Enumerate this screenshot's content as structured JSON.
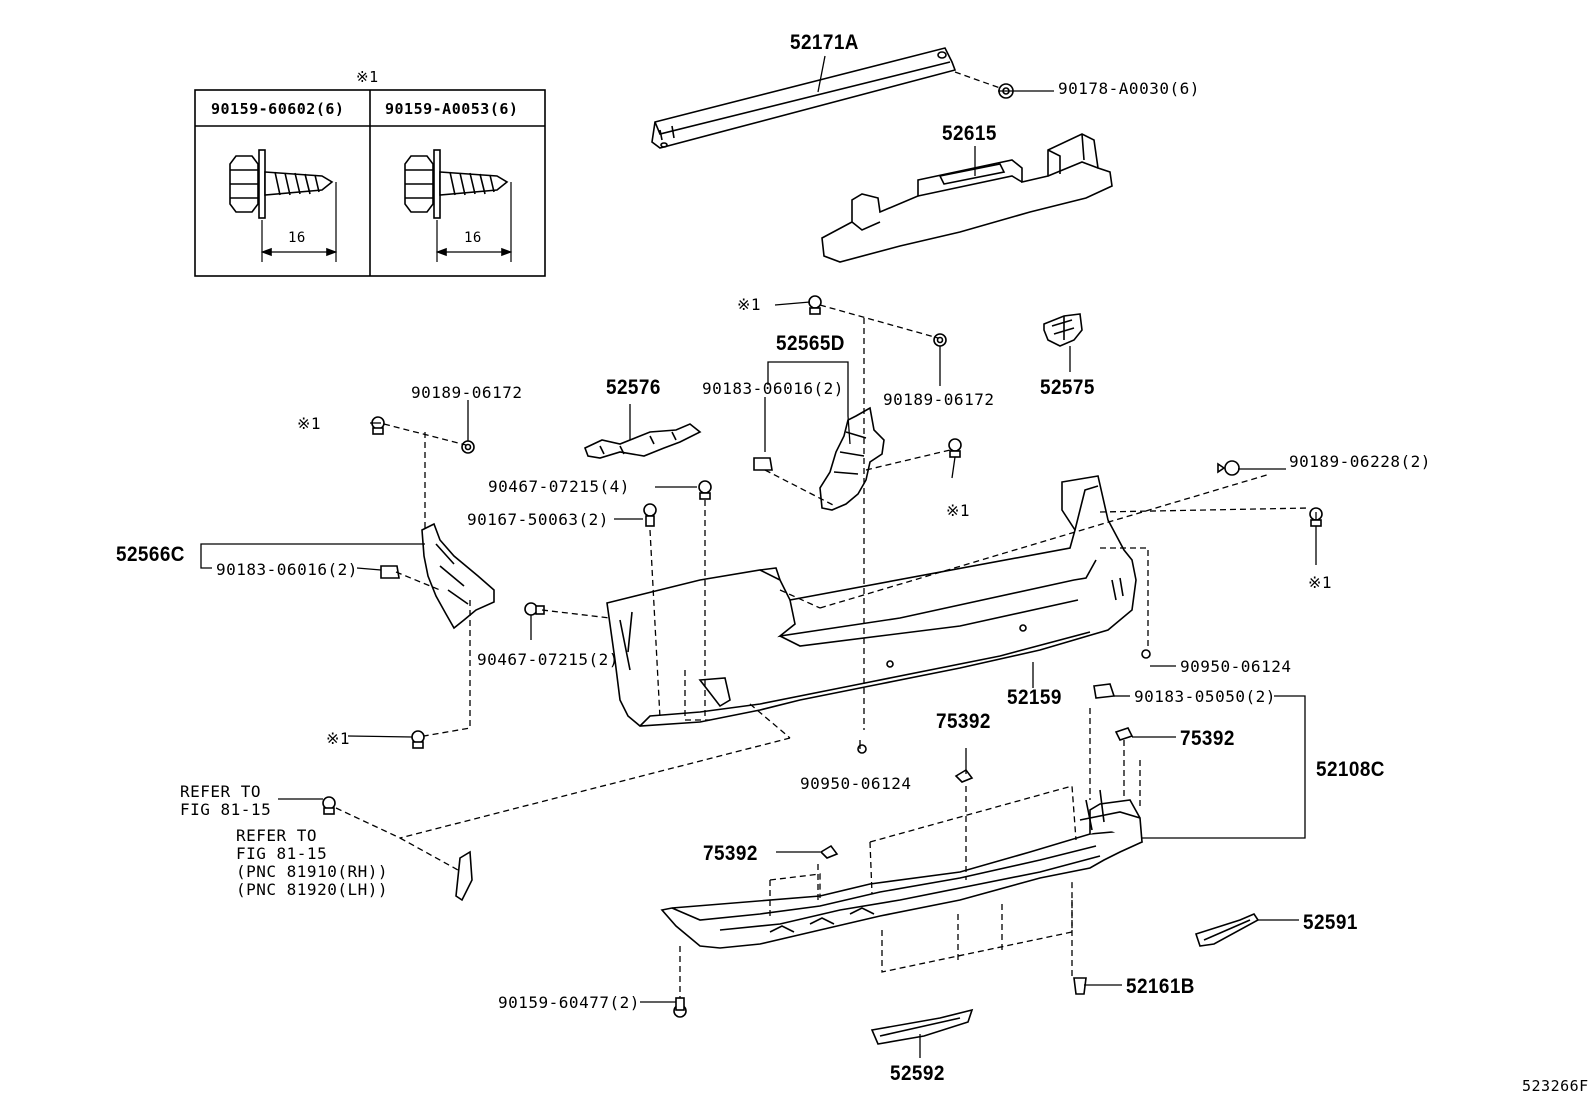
{
  "inset_table": {
    "marker": "※1",
    "columns": [
      {
        "header": "90159-60602(6)",
        "dimension": "16"
      },
      {
        "header": "90159-A0053(6)",
        "dimension": "16"
      }
    ]
  },
  "labels": {
    "p52171A": "52171A",
    "p90178": "90178-A0030(6)",
    "p52615": "52615",
    "p52575": "52575",
    "p52565D": "52565D",
    "p90183_06016_right": "90183-06016(2)",
    "p90189_06172_right": "90189-06172",
    "p52576": "52576",
    "p90189_06172_left": "90189-06172",
    "p52566C": "52566C",
    "p90183_06016_left": "90183-06016(2)",
    "p90467_4": "90467-07215(4)",
    "p90167": "90167-50063(2)",
    "p90467_2": "90467-07215(2)",
    "p90189_06228": "90189-06228(2)",
    "p90950_right": "90950-06124",
    "p52159": "52159",
    "p90183_05050": "90183-05050(2)",
    "p75392_top": "75392",
    "p75392_right": "75392",
    "p52108C": "52108C",
    "p90950_center": "90950-06124",
    "p75392_left": "75392",
    "p52591": "52591",
    "p52161B": "52161B",
    "p90159_60477": "90159-60477(2)",
    "p52592": "52592",
    "refer1": "REFER TO\nFIG 81-15",
    "refer2": "REFER TO\nFIG 81-15\n(PNC 81910(RH))\n(PNC 81920(LH))",
    "mark_a": "※1",
    "mark_b": "※1",
    "mark_c": "※1",
    "mark_d": "※1",
    "mark_e": "※1",
    "diagram_id": "523266F"
  }
}
